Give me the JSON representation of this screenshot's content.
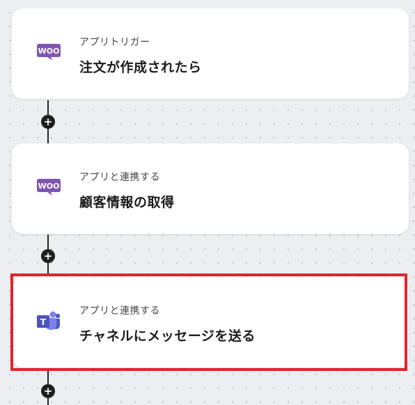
{
  "steps": [
    {
      "subtitle": "アプリトリガー",
      "title": "注文が作成されたら",
      "icon": "woocommerce-icon",
      "icon_text": "WOO"
    },
    {
      "subtitle": "アプリと連携する",
      "title": "顧客情報の取得",
      "icon": "woocommerce-icon",
      "icon_text": "WOO"
    },
    {
      "subtitle": "アプリと連携する",
      "title": "チャネルにメッセージを送る",
      "icon": "microsoft-teams-icon",
      "icon_text": "T"
    }
  ],
  "add_button": "+",
  "colors": {
    "woocommerce": "#7f54b3",
    "teams": "#5b5fc7",
    "highlight": "#e4222b",
    "background": "#eceef2"
  }
}
